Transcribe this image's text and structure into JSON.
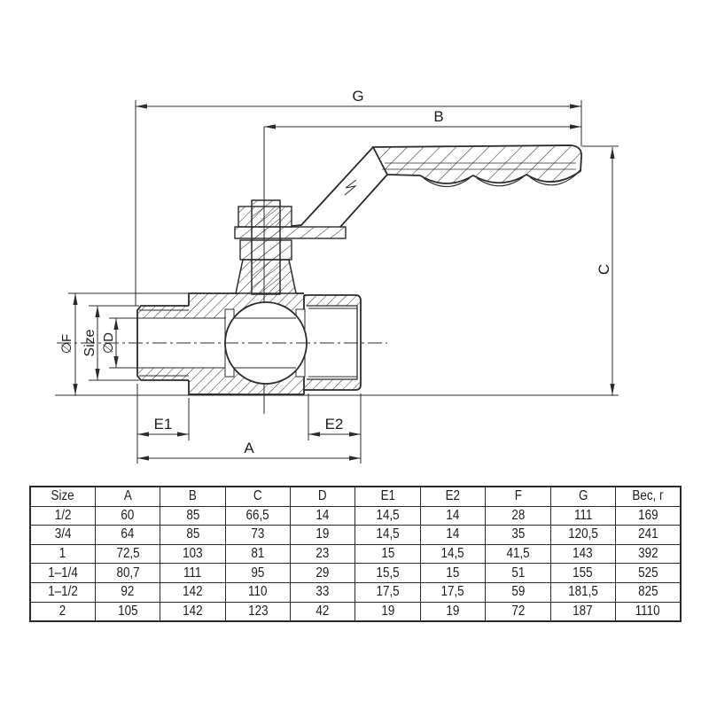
{
  "drawing": {
    "title": "ball-valve-cross-section",
    "dimension_labels": {
      "g": "G",
      "b": "B",
      "c": "C",
      "a": "A",
      "e1": "E1",
      "e2": "E2",
      "f": "∅F",
      "size": "Size",
      "d": "∅D"
    }
  },
  "table": {
    "columns": [
      "Size",
      "A",
      "B",
      "C",
      "D",
      "E1",
      "E2",
      "F",
      "G",
      "Вес, г"
    ],
    "rows": [
      [
        "1/2",
        "60",
        "85",
        "66,5",
        "14",
        "14,5",
        "14",
        "28",
        "111",
        "169"
      ],
      [
        "3/4",
        "64",
        "85",
        "73",
        "19",
        "14,5",
        "14",
        "35",
        "120,5",
        "241"
      ],
      [
        "1",
        "72,5",
        "103",
        "81",
        "23",
        "15",
        "14,5",
        "41,5",
        "143",
        "392"
      ],
      [
        "1–1/4",
        "80,7",
        "111",
        "95",
        "29",
        "15,5",
        "15",
        "51",
        "155",
        "525"
      ],
      [
        "1–1/2",
        "92",
        "142",
        "110",
        "33",
        "17,5",
        "17,5",
        "59",
        "181,5",
        "825"
      ],
      [
        "2",
        "105",
        "142",
        "123",
        "42",
        "19",
        "19",
        "72",
        "187",
        "1110"
      ]
    ]
  },
  "colors": {
    "line": "#2b2b2b",
    "text": "#1d1d1d",
    "background": "#ffffff"
  }
}
